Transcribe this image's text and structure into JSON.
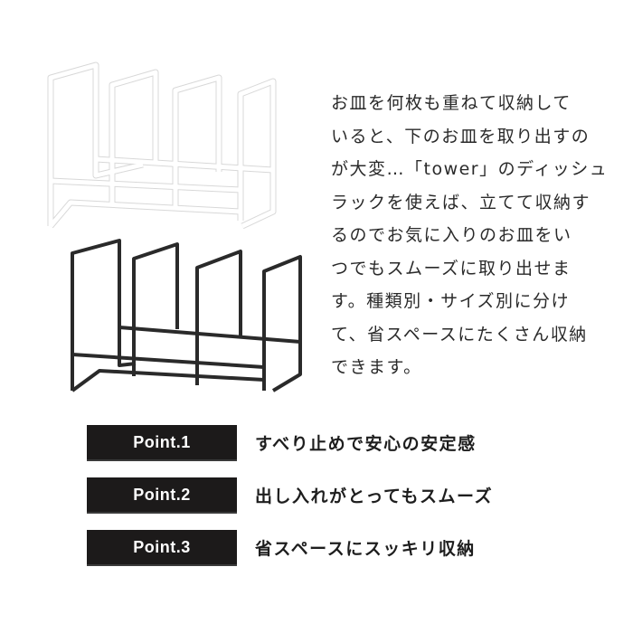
{
  "products": [
    {
      "name": "white dish rack",
      "color": "#f2f2f2"
    },
    {
      "name": "black dish rack",
      "color": "#2a2a2a"
    }
  ],
  "description": {
    "lines": [
      "お皿を何枚も重ねて収納して",
      "いると、下のお皿を取り出すの",
      "が大変…「tower」のディッシュ",
      "ラックを使えば、立てて収納す",
      "るのでお気に入りのお皿をい",
      "つでもスムーズに取り出せま",
      "す。種類別・サイズ別に分け",
      "て、省スペースにたくさん収納",
      "できます。"
    ]
  },
  "points": [
    {
      "label": "Point.1",
      "text": "すべり止めで安心の安定感"
    },
    {
      "label": "Point.2",
      "text": "出し入れがとってもスムーズ"
    },
    {
      "label": "Point.3",
      "text": "省スペースにスッキリ収納"
    }
  ],
  "colors": {
    "label_bg": "#1c1a1a",
    "label_text": "#ffffff",
    "body_text": "#2a2a2a"
  }
}
